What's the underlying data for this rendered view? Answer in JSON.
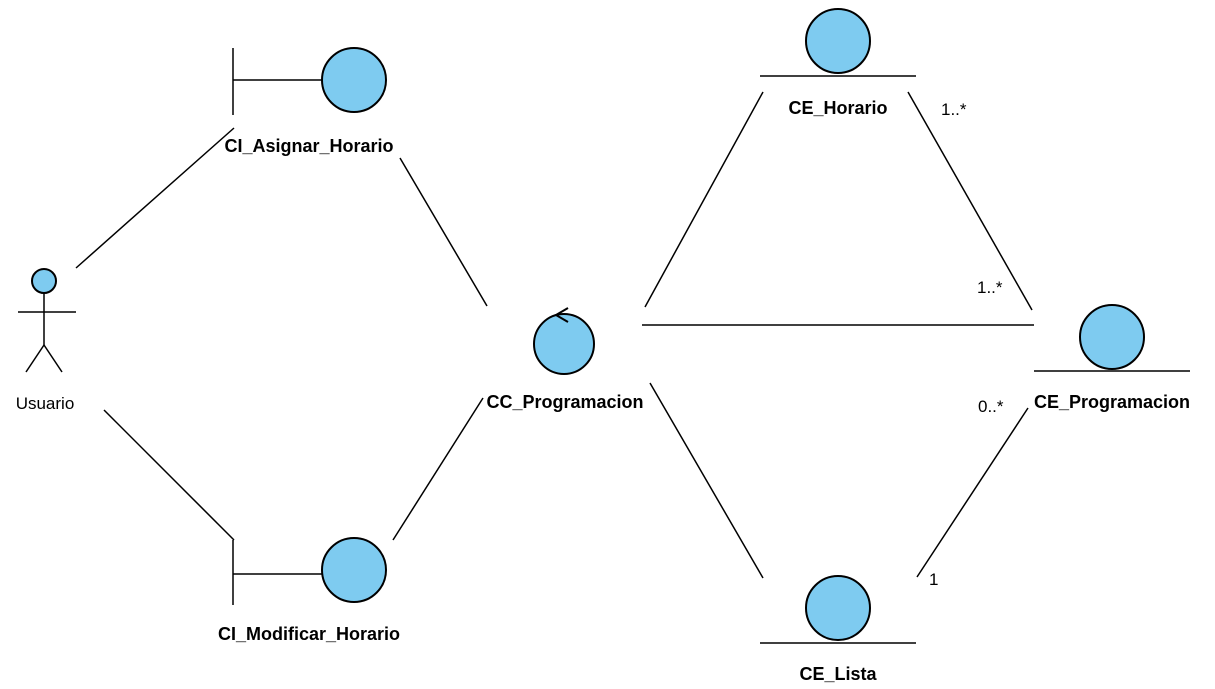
{
  "diagram": {
    "actor": {
      "name": "Usuario"
    },
    "boundaries": [
      {
        "id": "asignar",
        "name": "CI_Asignar_Horario"
      },
      {
        "id": "modificar",
        "name": "CI_Modificar_Horario"
      }
    ],
    "control": {
      "name": "CC_Programacion"
    },
    "entities": [
      {
        "id": "horario",
        "name": "CE_Horario"
      },
      {
        "id": "programacion",
        "name": "CE_Programacion"
      },
      {
        "id": "lista",
        "name": "CE_Lista"
      }
    ],
    "multiplicities": {
      "horario_end": "1..*",
      "programacion_top": "1..*",
      "programacion_bottom": "0..*",
      "lista_end": "1"
    }
  },
  "colors": {
    "fill": "#7ecbf0",
    "stroke": "#000000"
  }
}
